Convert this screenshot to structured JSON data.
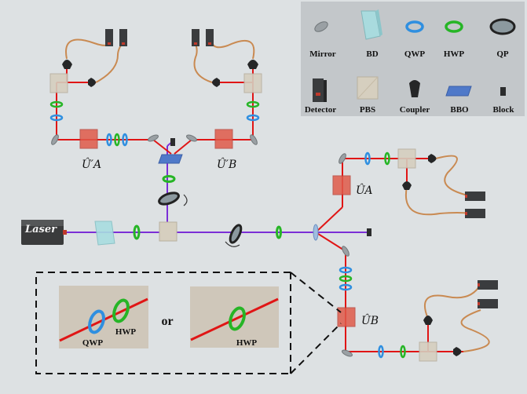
{
  "legend": {
    "mirror": "Mirror",
    "bd": "BD",
    "qwp": "QWP",
    "hwp": "HWP",
    "qp": "QP",
    "detector": "Detector",
    "pbs": "PBS",
    "coupler": "Coupler",
    "bbo": "BBO",
    "block": "Block"
  },
  "source": {
    "laser": "Laser"
  },
  "unitaries": {
    "ua_prime": "Û′A",
    "ub_prime": "Û′B",
    "ua": "ÛA",
    "ub": "ÛB"
  },
  "inset": {
    "qwp": "QWP",
    "hwp_left": "HWP",
    "or": "or",
    "hwp_right": "HWP"
  },
  "colors": {
    "pump_beam": "#7b2fd6",
    "signal_beam": "#e01515",
    "qwp": "#2f8fe0",
    "hwp": "#26b526",
    "fiber": "#c98a52",
    "pbs": "#d6cfbf",
    "bd": "#a8dde0",
    "bbo": "#4f79c9",
    "unitary_box": "#e05a4a"
  },
  "icons": [
    "mirror-icon",
    "beam-displacer-icon",
    "qwp-icon",
    "hwp-icon",
    "quartz-plate-icon",
    "detector-icon",
    "pbs-icon",
    "coupler-icon",
    "bbo-icon",
    "block-icon",
    "laser-icon"
  ]
}
